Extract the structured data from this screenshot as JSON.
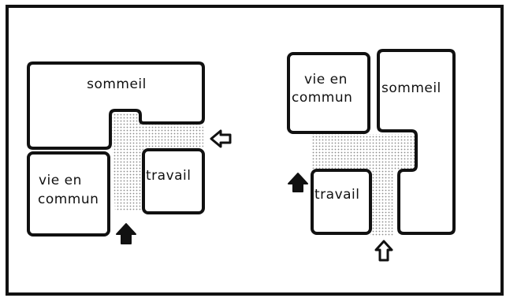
{
  "colors": {
    "ink": "#111111",
    "dots": "#9a9a9a",
    "paper": "#ffffff"
  },
  "plans": [
    {
      "name": "left-plan",
      "labels": {
        "sommeil": "sommeil",
        "vie_line1": "vie en",
        "vie_line2": "commun",
        "travail": "travail"
      },
      "arrows": [
        {
          "icon": "arrow-left-outline-icon",
          "style": "outline"
        },
        {
          "icon": "arrow-up-solid-icon",
          "style": "solid"
        }
      ]
    },
    {
      "name": "right-plan",
      "labels": {
        "vie_line1": "vie en",
        "vie_line2": "commun",
        "sommeil": "sommeil",
        "travail": "travail"
      },
      "arrows": [
        {
          "icon": "arrow-up-solid-icon",
          "style": "solid"
        },
        {
          "icon": "arrow-up-outline-icon",
          "style": "outline"
        }
      ]
    }
  ]
}
